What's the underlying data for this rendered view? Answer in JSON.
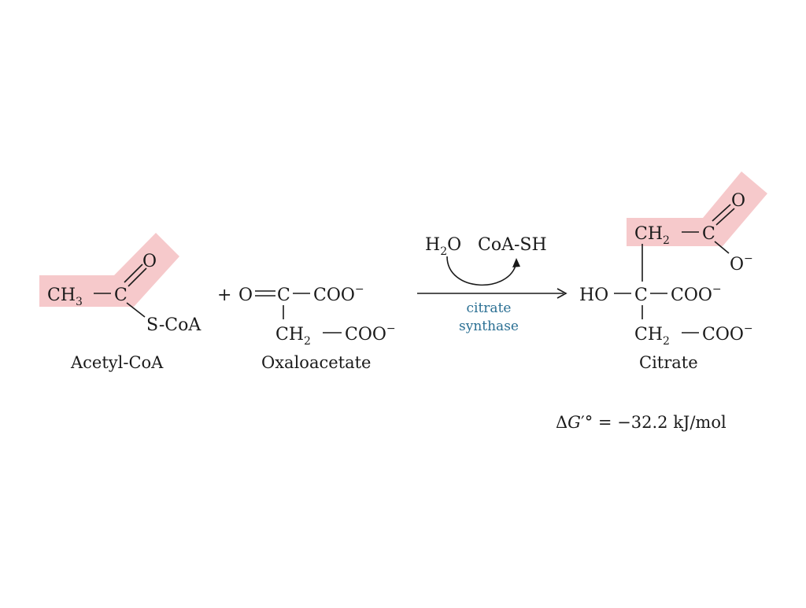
{
  "colors": {
    "highlight": "#f6c9cb",
    "enzyme_text": "#2a6f93",
    "ink": "#1a1a1a"
  },
  "acetyl_coa": {
    "ch": "CH",
    "ch_sub": "3",
    "c": "C",
    "o": "O",
    "s_coa": "S-CoA",
    "label": "Acetyl-CoA"
  },
  "oxaloacetate": {
    "plus": "+",
    "o": "O",
    "c": "C",
    "coo": "COO",
    "minus": "−",
    "ch": "CH",
    "ch_sub": "2",
    "coo2": "COO",
    "minus2": "−",
    "label": "Oxaloacetate"
  },
  "reaction": {
    "h": "H",
    "h_sub": "2",
    "o": "O",
    "coa_sh": "CoA-SH",
    "enzyme_line1": "citrate",
    "enzyme_line2": "synthase"
  },
  "citrate": {
    "ch_top": "CH",
    "ch_top_sub": "2",
    "c_top": "C",
    "o_top": "O",
    "o_minus": "O",
    "o_minus_sign": "−",
    "ho": "HO",
    "c_mid": "C",
    "coo_mid": "COO",
    "coo_mid_minus": "−",
    "ch_bot": "CH",
    "ch_bot_sub": "2",
    "coo_bot": "COO",
    "coo_bot_minus": "−",
    "label": "Citrate"
  },
  "free_energy": {
    "delta": "Δ",
    "g": "G",
    "prime_deg": "′°",
    "rest": " = −32.2 kJ/mol"
  }
}
